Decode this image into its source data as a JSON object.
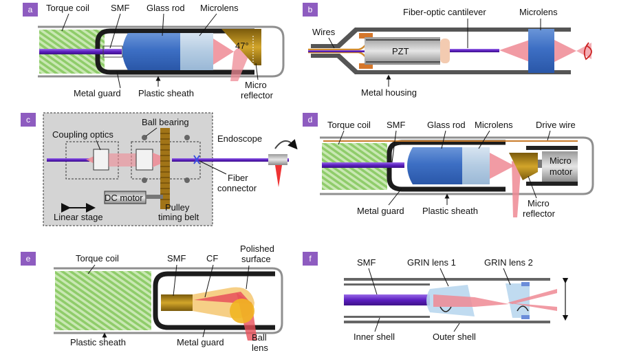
{
  "colors": {
    "tag_bg": "#8e5cc0",
    "fiber": "#6a2bc7",
    "beam": "#ee8a94",
    "lens_blue": "#3b6fc7",
    "lens_light": "#b9cfe3",
    "coil_green": "#90cc6c",
    "guard": "#222222",
    "sheath": "#8f8f8f",
    "reflector": "#a77d17",
    "orange": "#d57f2c",
    "panel_bg": "#d4d4d4"
  },
  "panels": {
    "a": {
      "tag": "a",
      "labels": {
        "torque_coil": "Torque coil",
        "smf": "SMF",
        "glass_rod": "Glass rod",
        "microlens": "Microlens",
        "metal_guard": "Metal guard",
        "plastic_sheath": "Plastic sheath",
        "micro": "Micro",
        "reflector": "reflector",
        "angle": "47°"
      }
    },
    "b": {
      "tag": "b",
      "labels": {
        "wires": "Wires",
        "fiber_optic_cantilever": "Fiber-optic cantilever",
        "microlens": "Microlens",
        "pzt": "PZT",
        "metal_housing": "Metal housing"
      }
    },
    "c": {
      "tag": "c",
      "labels": {
        "coupling_optics": "Coupling optics",
        "ball_bearing": "Ball bearing",
        "endoscope": "Endoscope",
        "fiber": "Fiber",
        "connector": "connector",
        "dc_motor": "DC motor",
        "linear_stage": "Linear stage",
        "pulley": "Pulley",
        "timing_belt": "timing belt"
      }
    },
    "d": {
      "tag": "d",
      "labels": {
        "torque_coil": "Torque coil",
        "smf": "SMF",
        "glass_rod": "Glass rod",
        "microlens": "Microlens",
        "drive_wire": "Drive wire",
        "micro_motor_1": "Micro",
        "micro_motor_2": "motor",
        "metal_guard": "Metal guard",
        "plastic_sheath": "Plastic sheath",
        "micro": "Micro",
        "reflector": "reflector"
      }
    },
    "e": {
      "tag": "e",
      "labels": {
        "torque_coil": "Torque coil",
        "smf": "SMF",
        "cf": "CF",
        "polished": "Polished",
        "surface": "surface",
        "plastic_sheath": "Plastic sheath",
        "metal_guard": "Metal guard",
        "ball": "Ball",
        "lens": "lens"
      }
    },
    "f": {
      "tag": "f",
      "labels": {
        "smf": "SMF",
        "grin_lens_1": "GRIN lens 1",
        "grin_lens_2": "GRIN lens 2",
        "inner_shell": "Inner shell",
        "outer_shell": "Outer shell"
      }
    }
  }
}
